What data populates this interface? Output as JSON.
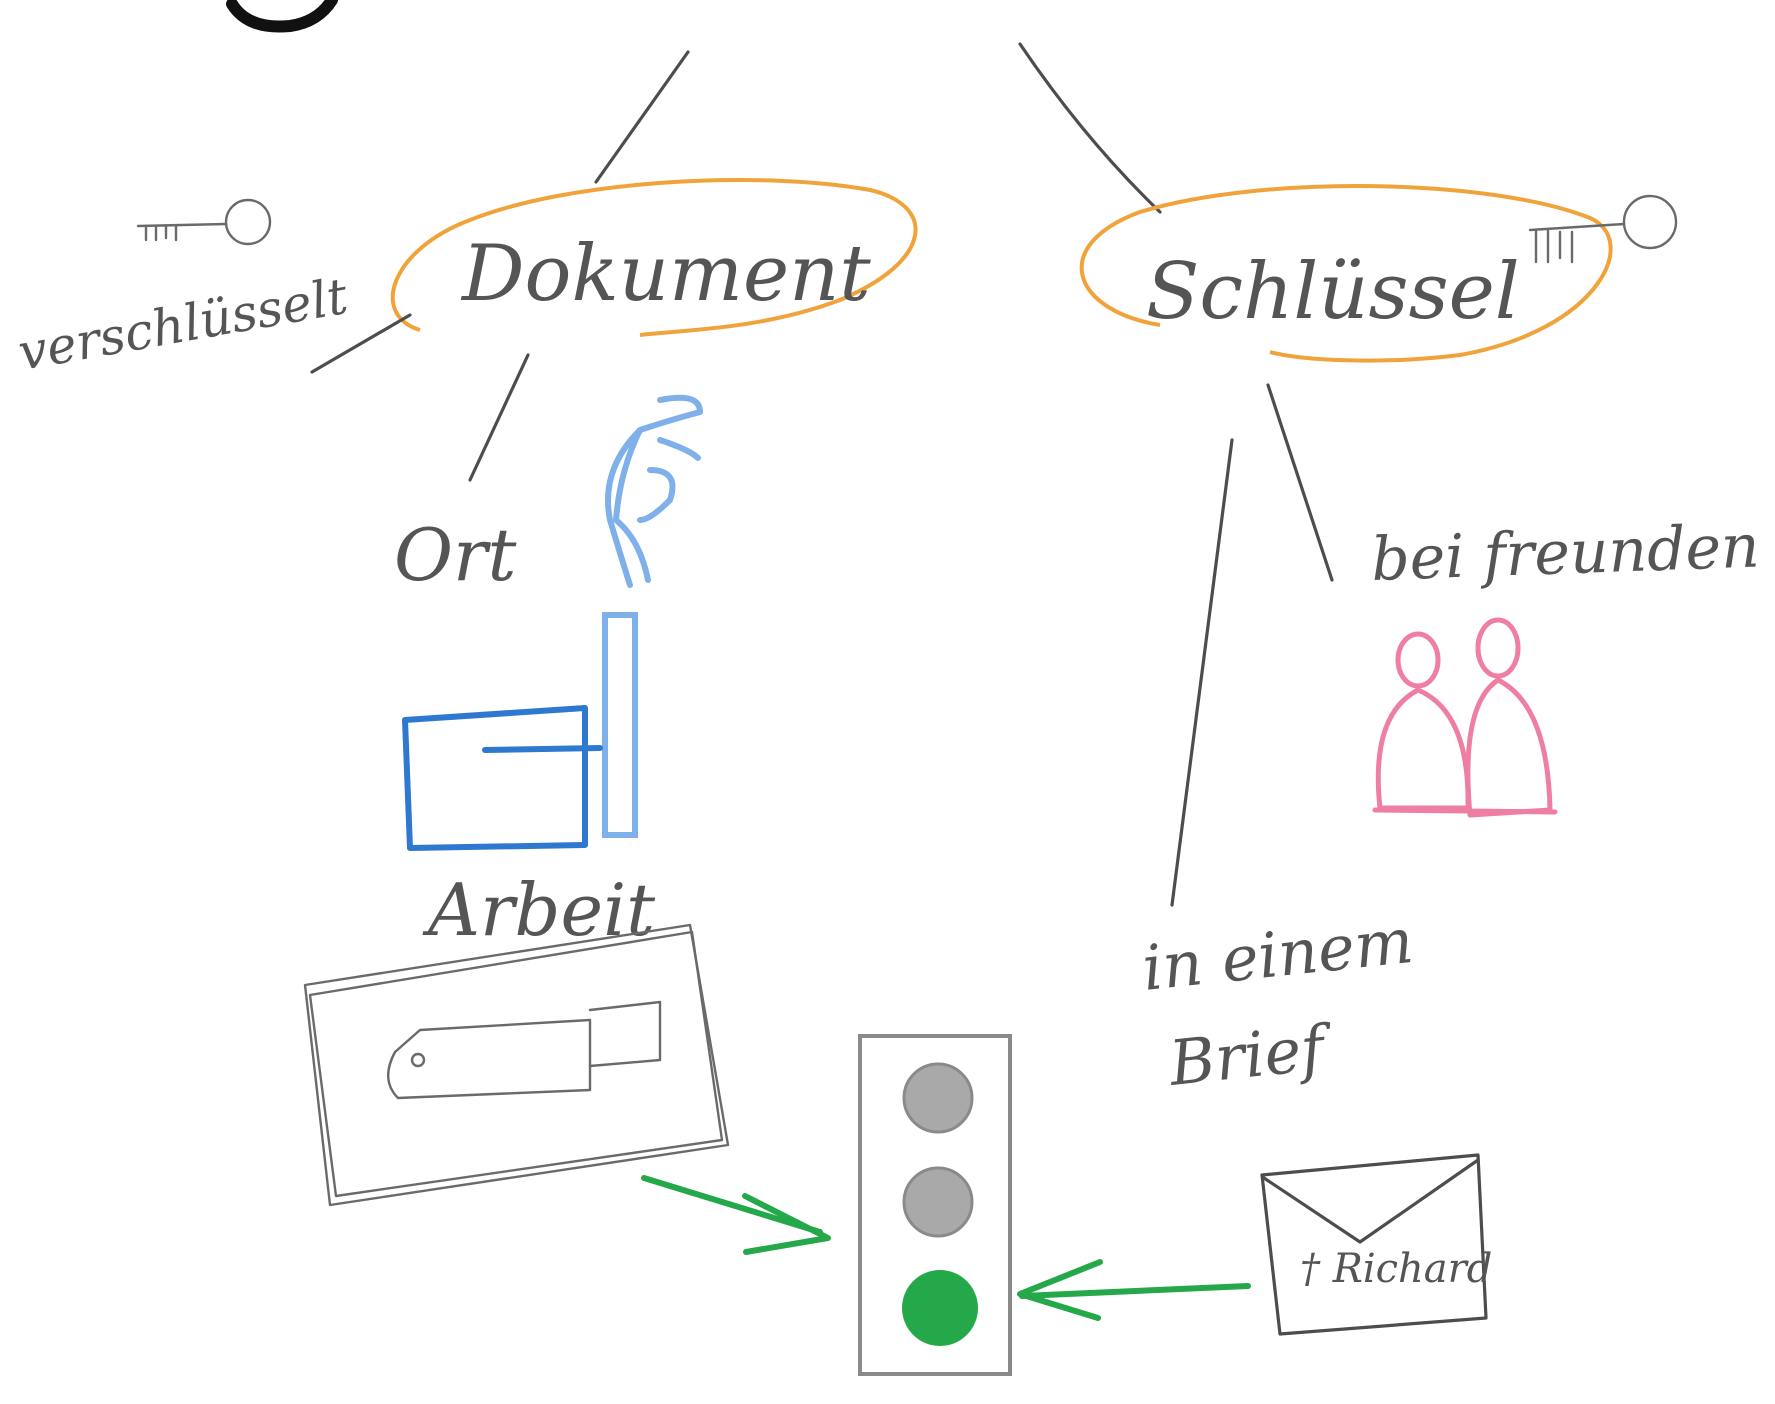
{
  "labels": {
    "dokument": "Dokument",
    "schluessel": "Schlüssel",
    "verschluesselt": "verschlüsselt",
    "ort": "Ort",
    "bei_freunden": "bei freunden",
    "arbeit": "Arbeit",
    "in_einem_brief": "in einem",
    "brief": "Brief",
    "envelope_text": "† Richard"
  },
  "colors": {
    "ink": "#4d4d4d",
    "bubble": "#f0a33a",
    "blue": "#2f78d0",
    "light_blue": "#7fb0ea",
    "pink": "#ee7fa3",
    "green": "#25a84a",
    "gray_light": "#a9a9a9"
  },
  "icons": {
    "key_small": "key-icon",
    "key_right": "key-icon",
    "hand": "pointing-hand-icon",
    "desk": "desk-icon",
    "usb": "usb-stick-icon",
    "traffic_light": "traffic-light-icon",
    "friends": "two-people-icon",
    "envelope": "envelope-icon",
    "arrow_left": "arrow-icon",
    "arrow_right": "arrow-icon"
  }
}
